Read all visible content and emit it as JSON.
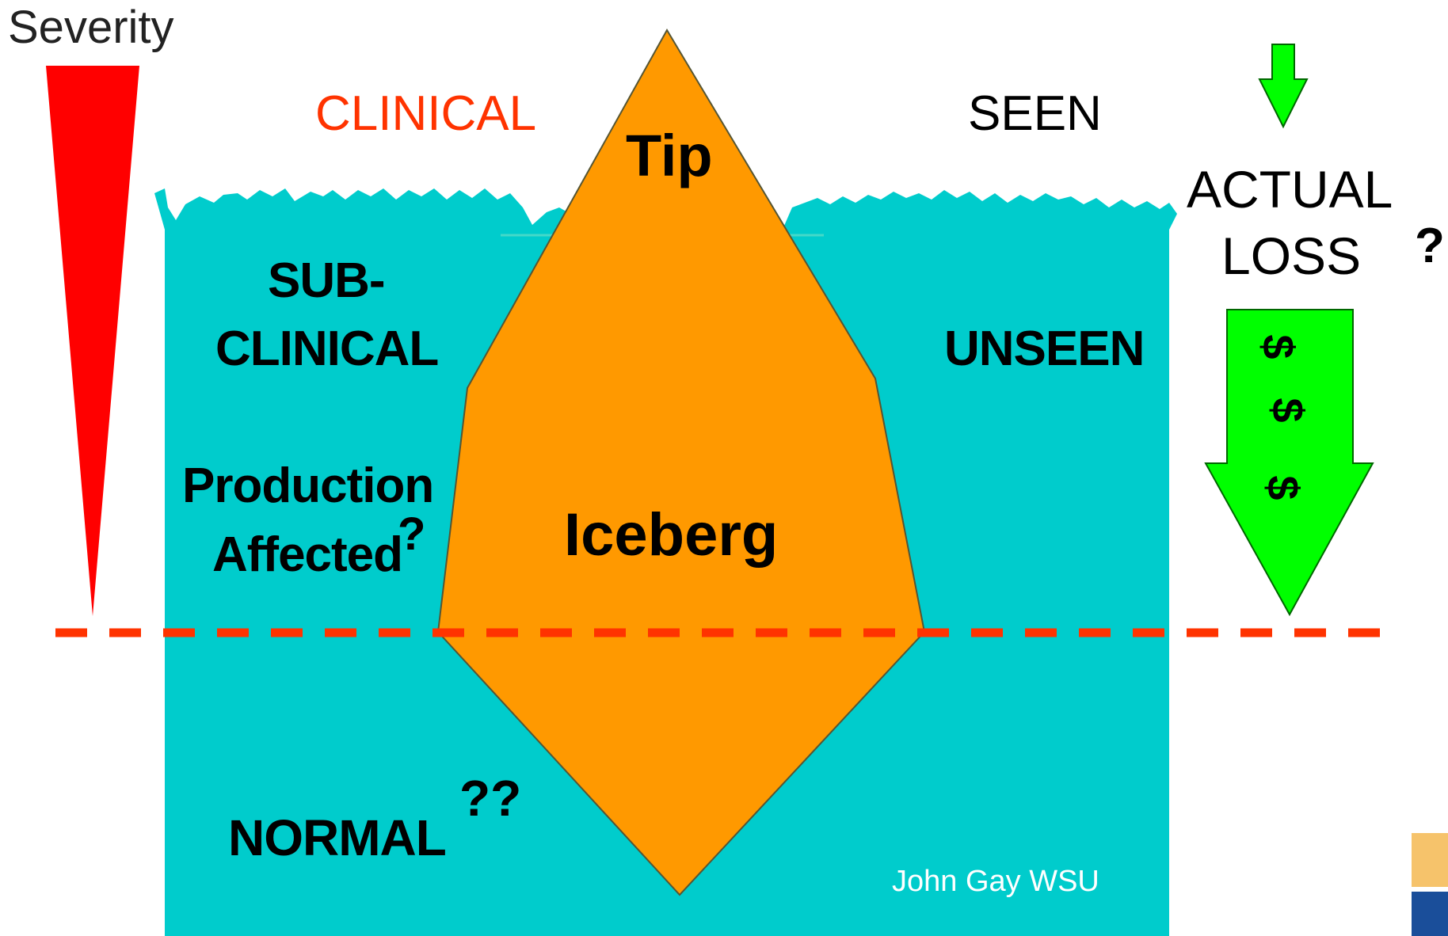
{
  "labels": {
    "severity": "Severity",
    "clinical": "CLINICAL",
    "seen": "SEEN",
    "tip": "Tip",
    "actual_loss_line1": "ACTUAL",
    "actual_loss_line2": "LOSS",
    "actual_loss_question": "?",
    "subclinical_line1": "SUB-",
    "subclinical_line2": "CLINICAL",
    "unseen": "UNSEEN",
    "production_line1": "Production",
    "production_line2": "Affected",
    "production_question": "?",
    "iceberg": "Iceberg",
    "dollar_1": "$",
    "dollar_2": "$",
    "dollar_3": "$",
    "normal": "NORMAL",
    "normal_question": "??",
    "credit": "John Gay WSU"
  },
  "colors": {
    "water": "#00cccc",
    "iceberg": "#ff9900",
    "iceberg_outline": "#555533",
    "severity_wedge": "#ff0000",
    "threshold_line": "#ff3300",
    "clinical_text": "#ff3300",
    "loss_arrow": "#00ff00",
    "loss_arrow_outline": "#006600",
    "credit_text": "#ffffff",
    "corner_orange": "#f6c36b",
    "corner_blue": "#1a4e9a"
  },
  "icons": {
    "severity": "severity-wedge-icon",
    "small_arrow": "down-arrow-icon",
    "big_arrow": "big-down-arrow-icon"
  }
}
